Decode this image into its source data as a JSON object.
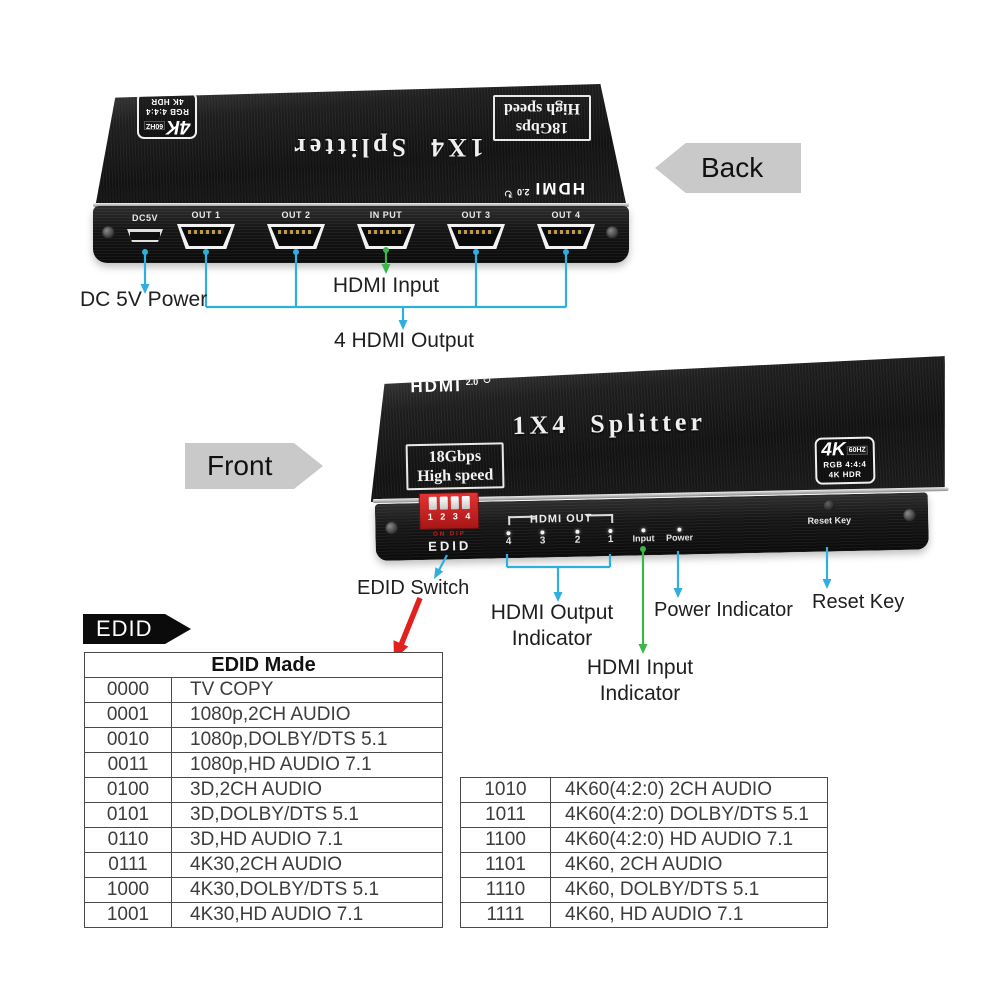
{
  "colors": {
    "cyan": "#2FAEE0",
    "green": "#3CB54A",
    "red": "#E3201B",
    "arrow_gray": "#C9C9C9"
  },
  "device": {
    "title": "1X4  Splitter",
    "hdmi_logo": {
      "brand": "HDMI",
      "version": "2.0",
      "cycle_icon": "hdmi-cycle-arrow"
    },
    "speed_badge": {
      "line1": "18Gbps",
      "line2": "High speed"
    },
    "k4_badge": {
      "big": "4K",
      "hz": "60HZ",
      "rgb": "RGB 4:4:4",
      "hdr": "4K HDR"
    }
  },
  "back": {
    "label": "Back",
    "ports": [
      {
        "label": "DC5V"
      },
      {
        "label": "OUT 1"
      },
      {
        "label": "OUT 2"
      },
      {
        "label": "IN PUT"
      },
      {
        "label": "OUT 3"
      },
      {
        "label": "OUT 4"
      }
    ],
    "ann": {
      "power": "DC 5V Power",
      "input": "HDMI Input",
      "output": "4 HDMI Output"
    }
  },
  "front": {
    "label": "Front",
    "panel": {
      "dip_numbers": "1 2 3 4",
      "dip_on": "ON DIP",
      "edid": "EDID",
      "hdmi_out": "HDMI OUT",
      "out_numbers": [
        "4",
        "3",
        "2",
        "1"
      ],
      "input": "Input",
      "power": "Power",
      "reset": "Reset Key"
    },
    "ann": {
      "edid_switch": "EDID Switch",
      "out_line1": "HDMI Output",
      "out_line2": "Indicator",
      "in_line1": "HDMI Input",
      "in_line2": "Indicator",
      "power": "Power Indicator",
      "reset": "Reset Key"
    }
  },
  "edid": {
    "tab": "EDID",
    "header": "EDID Made",
    "left_rows": [
      {
        "code": "0000",
        "desc": "TV COPY"
      },
      {
        "code": "0001",
        "desc": "1080p,2CH AUDIO"
      },
      {
        "code": "0010",
        "desc": "1080p,DOLBY/DTS 5.1"
      },
      {
        "code": "0011",
        "desc": "1080p,HD AUDIO 7.1"
      },
      {
        "code": "0100",
        "desc": "3D,2CH AUDIO"
      },
      {
        "code": "0101",
        "desc": "3D,DOLBY/DTS 5.1"
      },
      {
        "code": "0110",
        "desc": "3D,HD AUDIO 7.1"
      },
      {
        "code": "0111",
        "desc": "4K30,2CH AUDIO"
      },
      {
        "code": "1000",
        "desc": "4K30,DOLBY/DTS 5.1"
      },
      {
        "code": "1001",
        "desc": "4K30,HD AUDIO 7.1"
      }
    ],
    "right_rows": [
      {
        "code": "1010",
        "desc": "4K60(4:2:0) 2CH AUDIO"
      },
      {
        "code": "1011",
        "desc": "4K60(4:2:0) DOLBY/DTS 5.1"
      },
      {
        "code": "1100",
        "desc": "4K60(4:2:0) HD AUDIO 7.1"
      },
      {
        "code": "1101",
        "desc": "4K60, 2CH AUDIO"
      },
      {
        "code": "1110",
        "desc": "4K60, DOLBY/DTS 5.1"
      },
      {
        "code": "1111",
        "desc": "4K60, HD AUDIO 7.1"
      }
    ]
  }
}
